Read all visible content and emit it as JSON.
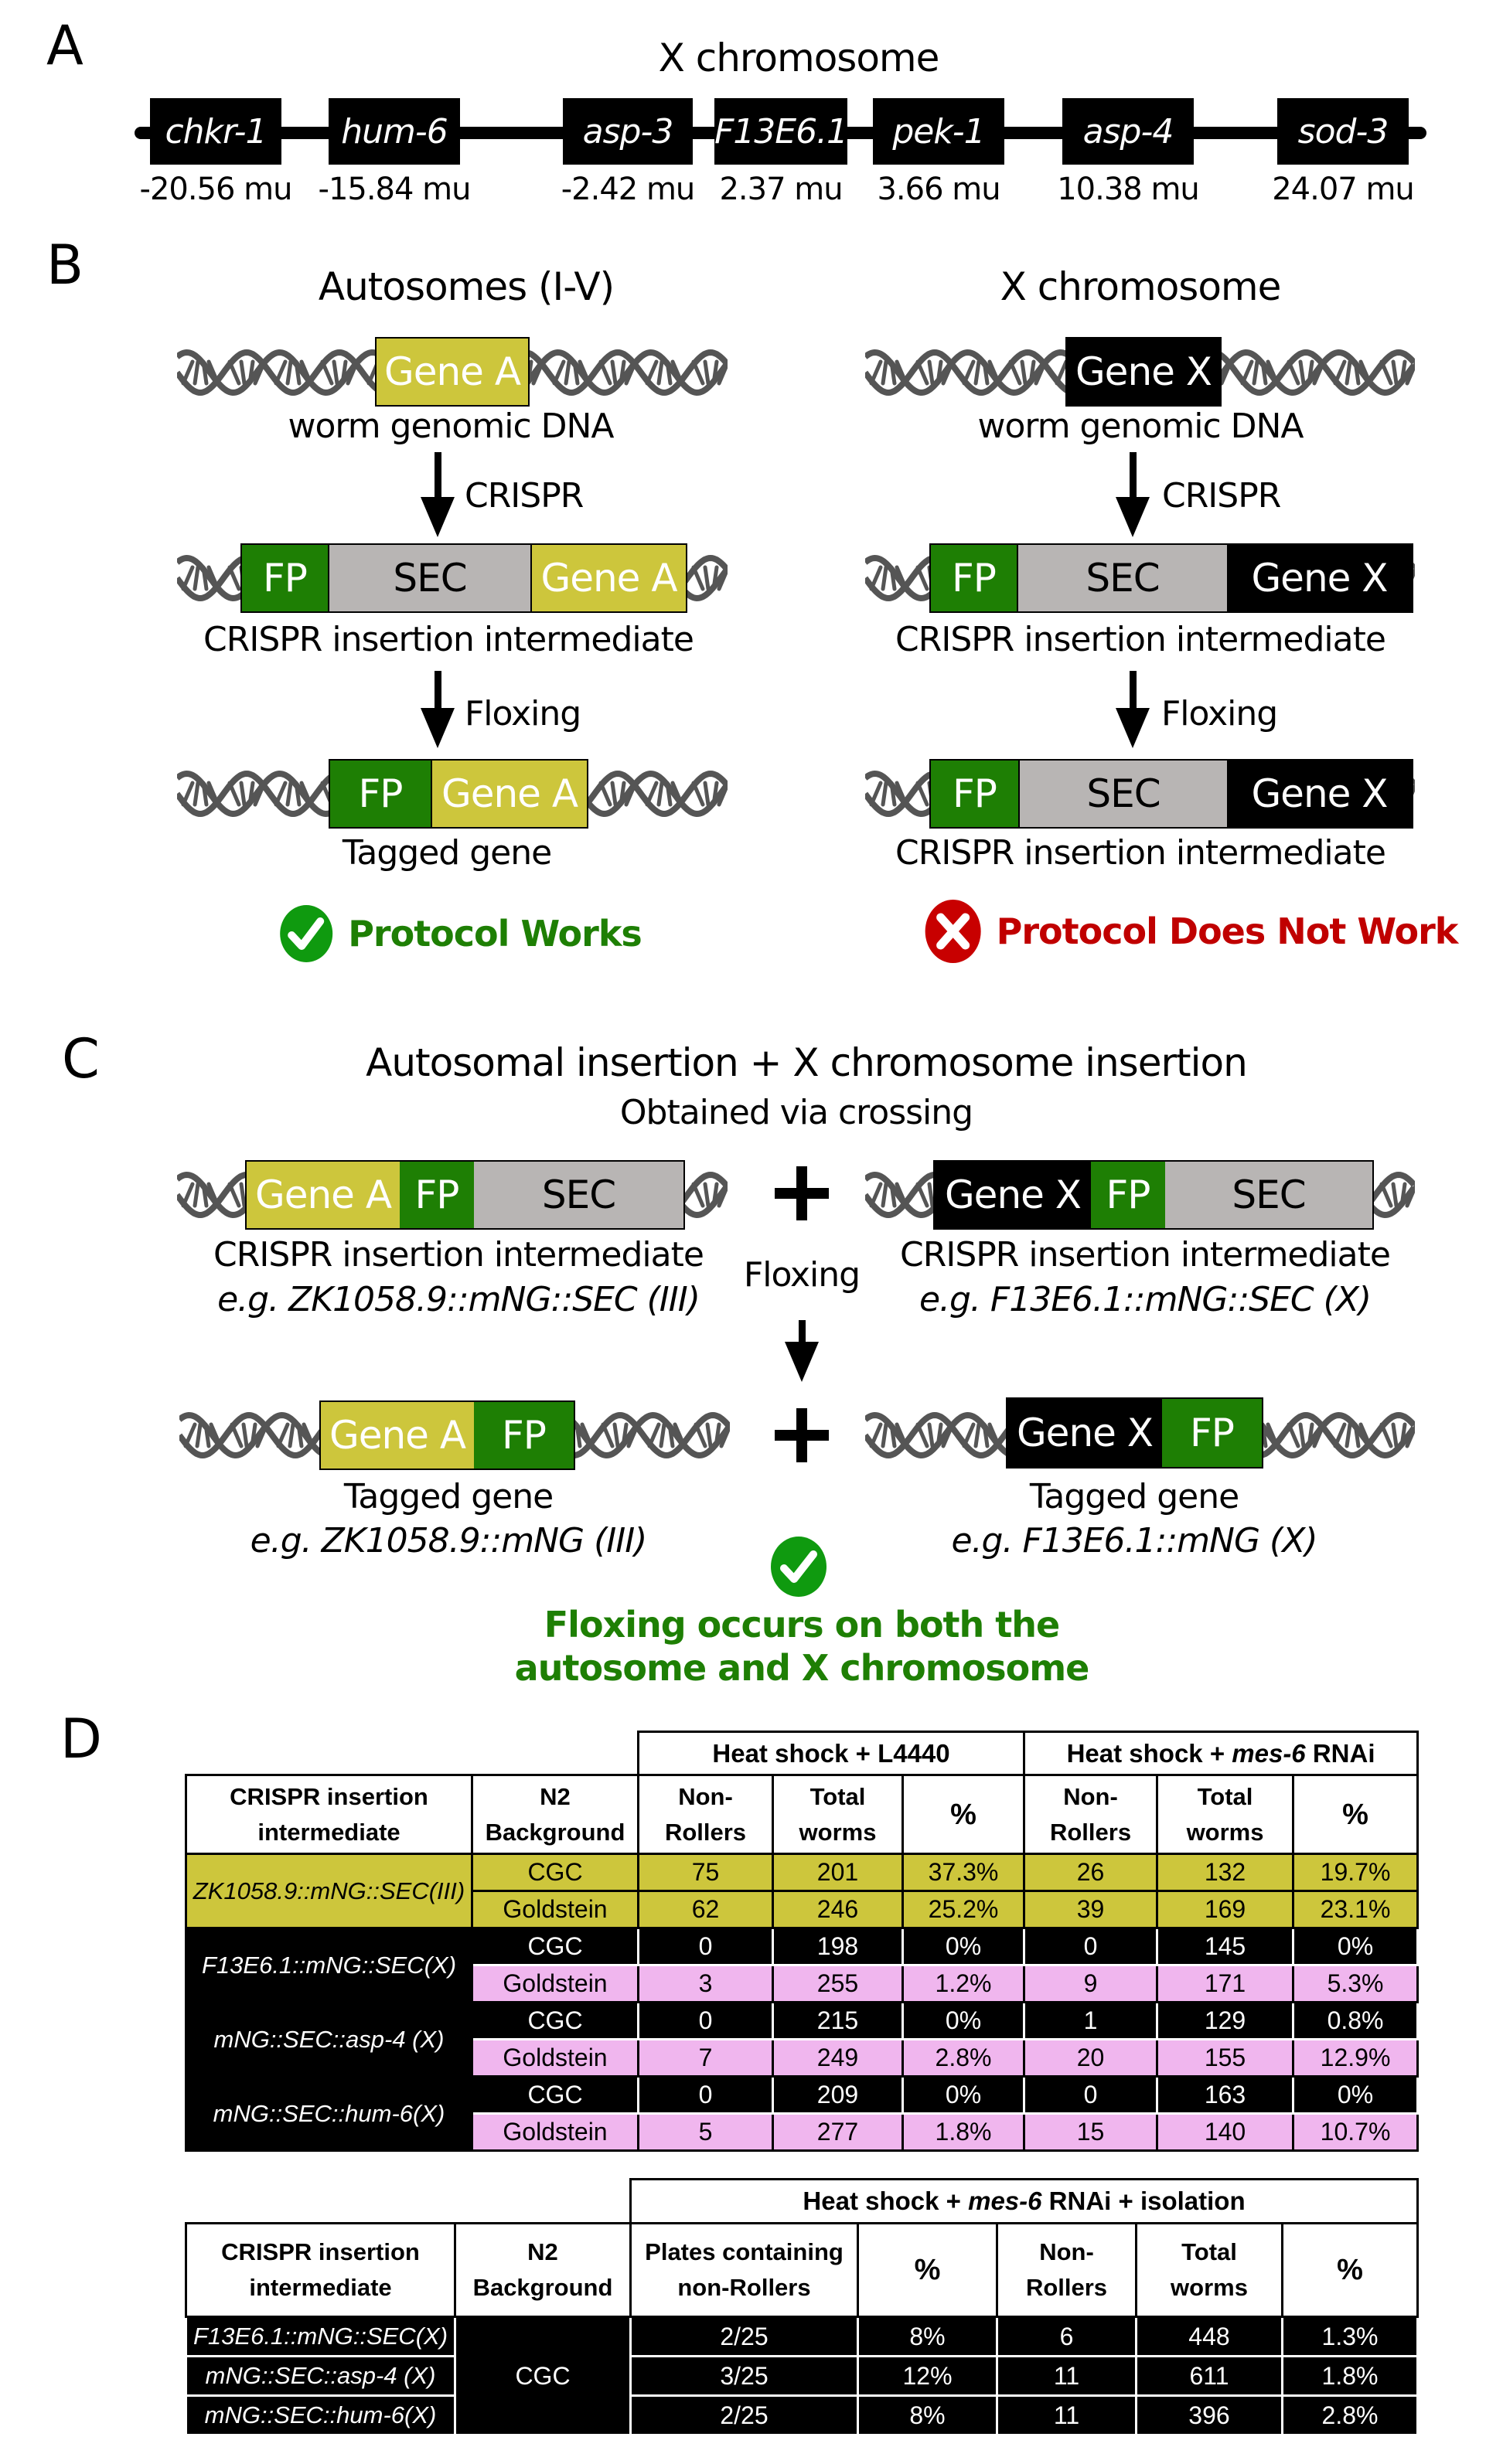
{
  "panel_a": {
    "letter": "A",
    "title": "X chromosome",
    "genes": [
      {
        "name": "chkr-1",
        "position": "-20.56 mu"
      },
      {
        "name": "hum-6",
        "position": "-15.84 mu"
      },
      {
        "name": "asp-3",
        "position": "-2.42 mu"
      },
      {
        "name": "F13E6.1",
        "position": "2.37 mu"
      },
      {
        "name": "pek-1",
        "position": "3.66 mu"
      },
      {
        "name": "asp-4",
        "position": "10.38 mu"
      },
      {
        "name": "sod-3",
        "position": "24.07 mu"
      }
    ]
  },
  "panel_b": {
    "letter": "B",
    "left": {
      "title": "Autosomes (I-V)",
      "gene_label": "Gene A",
      "genomic_caption": "worm genomic DNA",
      "step1_label": "CRISPR",
      "intermediate": {
        "fp": "FP",
        "sec": "SEC",
        "gene": "Gene A"
      },
      "intermediate_caption": "CRISPR insertion intermediate",
      "step2_label": "Floxing",
      "result": {
        "fp": "FP",
        "gene": "Gene A"
      },
      "result_caption": "Tagged gene",
      "status_icon": "check-circle-icon",
      "status_text": "Protocol Works",
      "status_color": "#1e7f04"
    },
    "right": {
      "title": "X chromosome",
      "gene_label": "Gene X",
      "genomic_caption": "worm genomic DNA",
      "step1_label": "CRISPR",
      "intermediate": {
        "fp": "FP",
        "sec": "SEC",
        "gene": "Gene X"
      },
      "intermediate_caption": "CRISPR insertion intermediate",
      "step2_label": "Floxing",
      "result": {
        "fp": "FP",
        "sec": "SEC",
        "gene": "Gene X"
      },
      "result_caption": "CRISPR insertion intermediate",
      "status_icon": "x-circle-icon",
      "status_text": "Protocol Does Not Work",
      "status_color": "#c00000"
    }
  },
  "panel_c": {
    "letter": "C",
    "title": "Autosomal insertion + X chromosome insertion",
    "subtitle": "Obtained via crossing",
    "left_intermediate": {
      "gene": "Gene A",
      "fp": "FP",
      "sec": "SEC",
      "caption": "CRISPR insertion intermediate",
      "example": "e.g. ZK1058.9::mNG::SEC (III)"
    },
    "right_intermediate": {
      "gene": "Gene X",
      "fp": "FP",
      "sec": "SEC",
      "caption": "CRISPR insertion intermediate",
      "example": "e.g. F13E6.1::mNG::SEC (X)"
    },
    "step_label": "Floxing",
    "left_result": {
      "gene": "Gene A",
      "fp": "FP",
      "caption": "Tagged gene",
      "example": "e.g. ZK1058.9::mNG (III)"
    },
    "right_result": {
      "gene": "Gene X",
      "fp": "FP",
      "caption": "Tagged gene",
      "example": "e.g. F13E6.1::mNG (X)"
    },
    "conclusion_icon": "check-circle-icon",
    "conclusion_line1": "Floxing occurs on both the",
    "conclusion_line2": "autosome and X chromosome"
  },
  "panel_d": {
    "letter": "D",
    "table1": {
      "group_headers": [
        "Heat shock + L4440",
        "Heat shock + ",
        "mes-6",
        " RNAi"
      ],
      "col_headers": {
        "crispr": [
          "CRISPR insertion",
          "intermediate"
        ],
        "n2": [
          "N2",
          "Background"
        ],
        "nonrollers": [
          "Non-",
          "Rollers"
        ],
        "total": [
          "Total",
          "worms"
        ],
        "pct": "%"
      },
      "groups": [
        {
          "name": "ZK1058.9::mNG::SEC(III)",
          "color": "#cdc63c",
          "rows": [
            {
              "bg": "CGC",
              "l_non": "75",
              "l_total": "201",
              "l_pct": "37.3%",
              "m_non": "26",
              "m_total": "132",
              "m_pct": "19.7%"
            },
            {
              "bg": "Goldstein",
              "l_non": "62",
              "l_total": "246",
              "l_pct": "25.2%",
              "m_non": "39",
              "m_total": "169",
              "m_pct": "23.1%"
            }
          ]
        },
        {
          "name": "F13E6.1::mNG::SEC(X)",
          "color": "#000000",
          "rows": [
            {
              "bg": "CGC",
              "l_non": "0",
              "l_total": "198",
              "l_pct": "0%",
              "m_non": "0",
              "m_total": "145",
              "m_pct": "0%"
            },
            {
              "bg": "Goldstein",
              "l_non": "3",
              "l_total": "255",
              "l_pct": "1.2%",
              "m_non": "9",
              "m_total": "171",
              "m_pct": "5.3%"
            }
          ]
        },
        {
          "name": "mNG::SEC::asp-4 (X)",
          "color": "#000000",
          "rows": [
            {
              "bg": "CGC",
              "l_non": "0",
              "l_total": "215",
              "l_pct": "0%",
              "m_non": "1",
              "m_total": "129",
              "m_pct": "0.8%"
            },
            {
              "bg": "Goldstein",
              "l_non": "7",
              "l_total": "249",
              "l_pct": "2.8%",
              "m_non": "20",
              "m_total": "155",
              "m_pct": "12.9%"
            }
          ]
        },
        {
          "name": "mNG::SEC::hum-6(X)",
          "color": "#000000",
          "rows": [
            {
              "bg": "CGC",
              "l_non": "0",
              "l_total": "209",
              "l_pct": "0%",
              "m_non": "0",
              "m_total": "163",
              "m_pct": "0%"
            },
            {
              "bg": "Goldstein",
              "l_non": "5",
              "l_total": "277",
              "l_pct": "1.8%",
              "m_non": "15",
              "m_total": "140",
              "m_pct": "10.7%"
            }
          ]
        }
      ]
    },
    "table2": {
      "group_header_parts": [
        "Heat shock + ",
        "mes-6",
        " RNAi + isolation"
      ],
      "col_headers": {
        "crispr": [
          "CRISPR insertion",
          "intermediate"
        ],
        "n2": [
          "N2",
          "Background"
        ],
        "plates": [
          "Plates containing",
          "non-Rollers"
        ],
        "pct": "%",
        "nonrollers": [
          "Non-",
          "Rollers"
        ],
        "total": [
          "Total",
          "worms"
        ],
        "pct2": "%"
      },
      "background": "CGC",
      "rows": [
        {
          "name": "F13E6.1::mNG::SEC(X)",
          "plates": "2/25",
          "plates_pct": "8%",
          "non": "6",
          "total": "448",
          "pct": "1.3%"
        },
        {
          "name": "mNG::SEC::asp-4 (X)",
          "plates": "3/25",
          "plates_pct": "12%",
          "non": "11",
          "total": "611",
          "pct": "1.8%"
        },
        {
          "name": "mNG::SEC::hum-6(X)",
          "plates": "2/25",
          "plates_pct": "8%",
          "non": "11",
          "total": "396",
          "pct": "2.8%"
        }
      ]
    },
    "colors": {
      "autosome": "#cdc63c",
      "x_chrom": "#000000",
      "goldstein_x": "#f0b6ee",
      "fp": "#1e7f04",
      "sec": "#b8b5b4"
    }
  }
}
